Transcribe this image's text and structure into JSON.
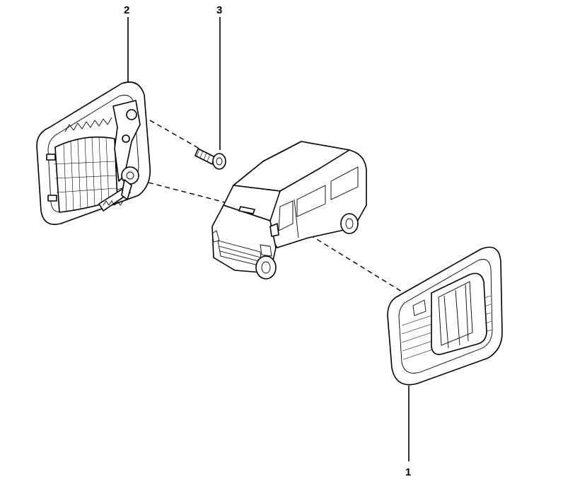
{
  "callouts": {
    "part_1": "1",
    "part_2": "2",
    "part_3": "3"
  },
  "parts": {
    "part_1_icon": "exterior-door-handle",
    "part_2_icon": "interior-door-handle-mechanism",
    "part_3_icon": "screw",
    "vehicle_icon": "van"
  }
}
